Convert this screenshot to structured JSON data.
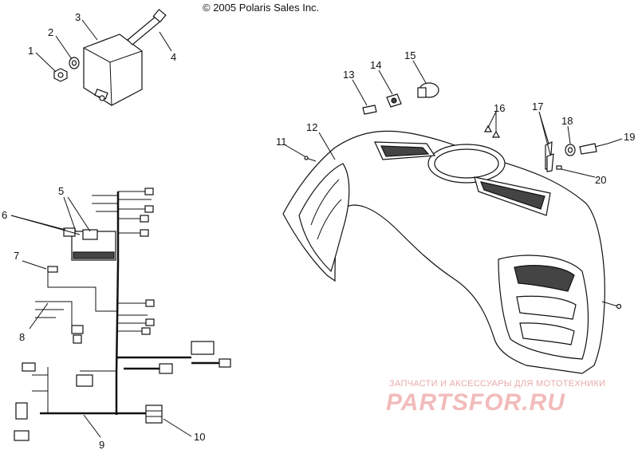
{
  "copyright": "© 2005 Polaris Sales Inc.",
  "callouts": [
    "1",
    "2",
    "3",
    "4",
    "5",
    "6",
    "7",
    "8",
    "9",
    "10",
    "11",
    "12",
    "13",
    "14",
    "15",
    "16",
    "17",
    "18",
    "19",
    "20"
  ],
  "watermark": {
    "tagline": "ЗАПЧАСТИ И АКСЕССУАРЫ ДЛЯ МОТОТЕХНИКИ",
    "logo": "PARTSFOR.RU"
  }
}
